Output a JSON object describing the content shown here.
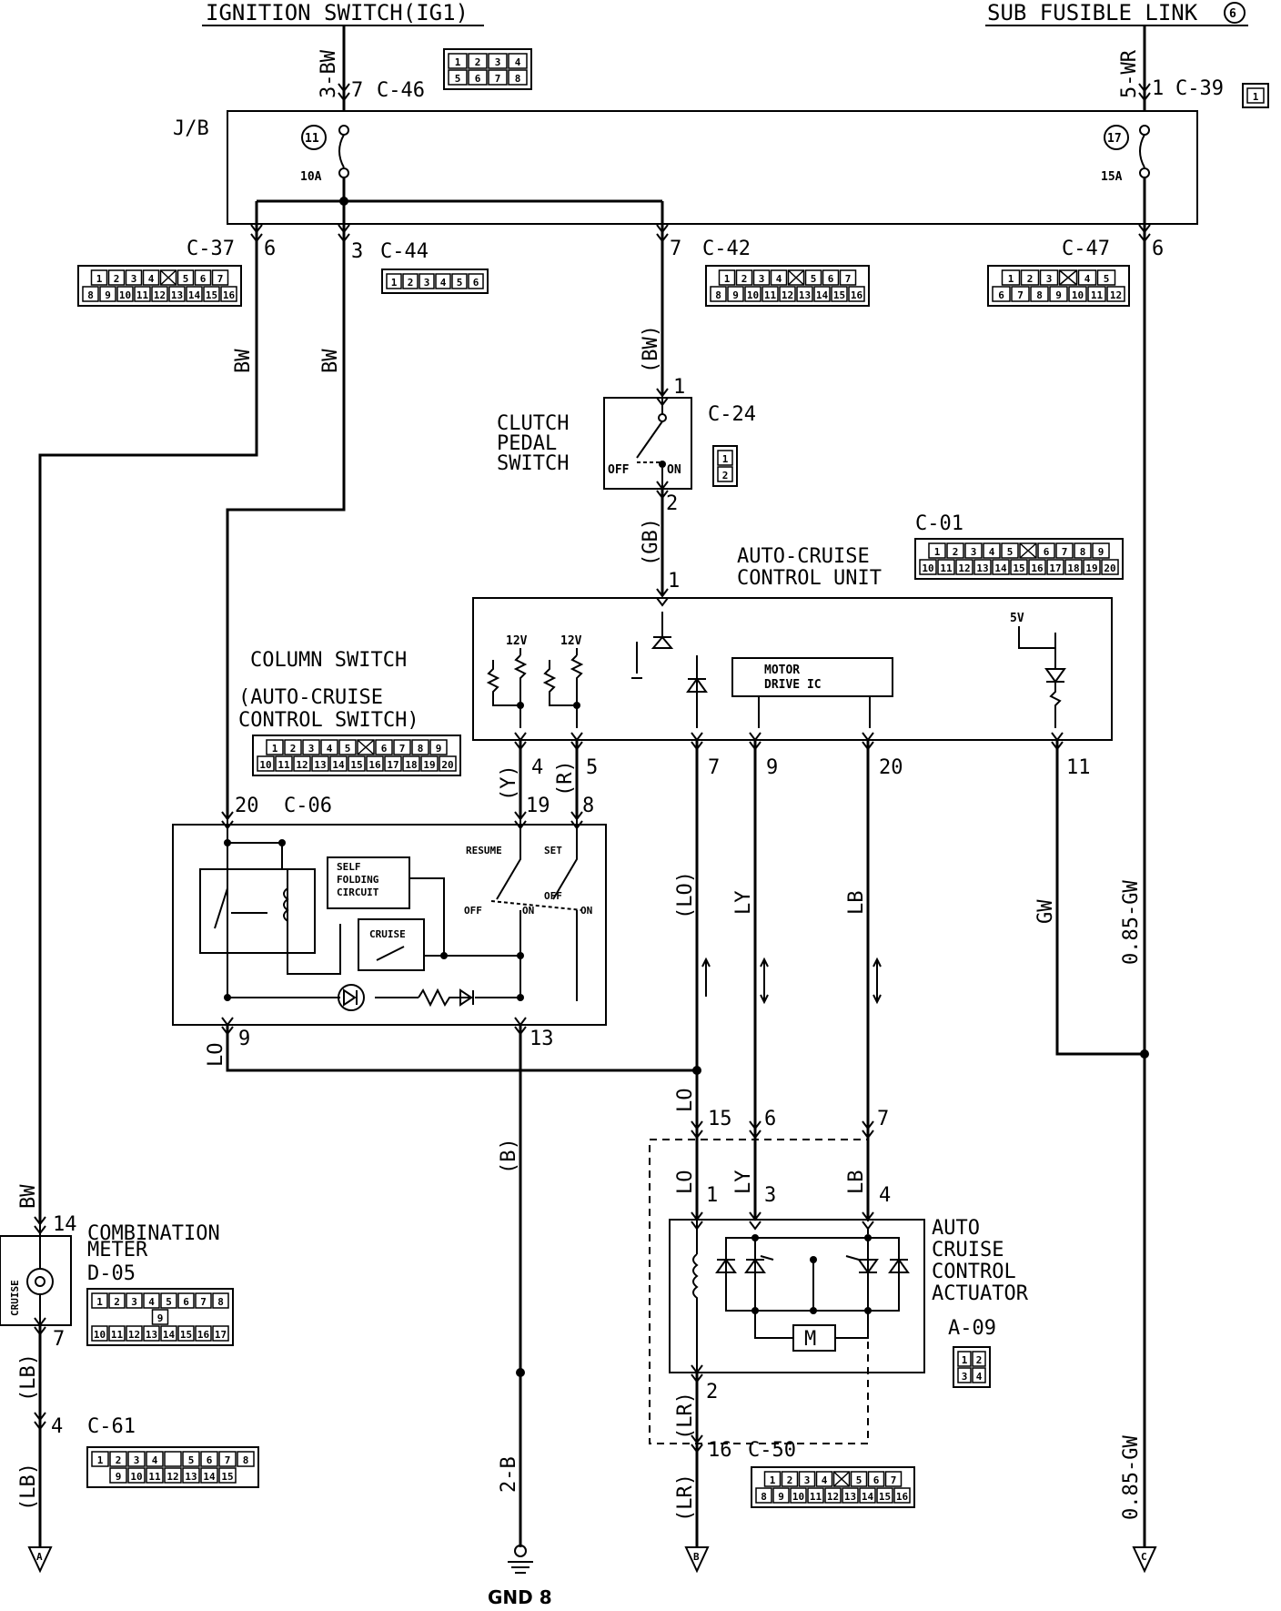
{
  "top": {
    "ignition_label": "IGNITION SWITCH(IG1)",
    "fusible_label": "SUB FUSIBLE LINK",
    "fusible_num": "6"
  },
  "jb": {
    "label": "J/B",
    "fuse_left_num": "11",
    "fuse_left_rating": "10A",
    "fuse_right_num": "17",
    "fuse_right_rating": "15A"
  },
  "connectors": {
    "c46": "C-46",
    "c39": "C-39",
    "c37": "C-37",
    "c44": "C-44",
    "c42": "C-42",
    "c47": "C-47",
    "c24": "C-24",
    "c01": "C-01",
    "c06": "C-06",
    "c61": "C-61",
    "c50": "C-50",
    "a09": "A-09",
    "d05": "D-05"
  },
  "pins": {
    "c46": "7",
    "c39": "1",
    "c37": "6",
    "c44": "3",
    "c42": "7",
    "c47": "6",
    "clutch_top": "1",
    "clutch_bottom": "2",
    "unit_top": "1",
    "unit_4": "4",
    "unit_5": "5",
    "unit_7": "7",
    "unit_9": "9",
    "unit_20": "20",
    "unit_11": "11",
    "col_20": "20",
    "col_19": "19",
    "col_8": "8",
    "col_9": "9",
    "col_13": "13",
    "c50_15": "15",
    "c50_6": "6",
    "c50_7": "7",
    "act_1": "1",
    "act_3": "3",
    "act_4": "4",
    "act_2": "2",
    "c50_16": "16",
    "meter_14": "14",
    "meter_7": "7",
    "c61_4": "4"
  },
  "wires": {
    "bw3": "3-BW",
    "wr5": "5-WR",
    "bw": "BW",
    "bw_paren": "(BW)",
    "gb": "(GB)",
    "y": "(Y)",
    "r": "(R)",
    "lo_paren": "(LO)",
    "ly": "LY",
    "lb": "LB",
    "gw": "GW",
    "gw085": "0.85-GW",
    "lo": "LO",
    "b_paren": "(B)",
    "lb_paren": "(LB)",
    "lr_paren": "(LR)",
    "b2": "2-B"
  },
  "components": {
    "clutch": [
      "CLUTCH",
      "PEDAL",
      "SWITCH"
    ],
    "clutch_off": "OFF",
    "clutch_on": "ON",
    "unit": [
      "AUTO-CRUISE",
      "CONTROL UNIT"
    ],
    "v12": "12V",
    "v5": "5V",
    "motor_ic": [
      "MOTOR",
      "DRIVE IC"
    ],
    "column": [
      "COLUMN SWITCH",
      "(AUTO-CRUISE",
      "CONTROL SWITCH)"
    ],
    "resume": "RESUME",
    "set": "SET",
    "off": "OFF",
    "on": "ON",
    "self_folding": [
      "SELF",
      "FOLDING",
      "CIRCUIT"
    ],
    "cruise_sw": "CRUISE",
    "meter": [
      "COMBINATION",
      "METER"
    ],
    "meter_lamp": "CRUISE",
    "actuator": [
      "AUTO",
      "CRUISE",
      "CONTROL",
      "ACTUATOR"
    ],
    "motor": "M",
    "gnd": "GND 8",
    "term_a": "A",
    "term_b": "B",
    "term_c": "C"
  },
  "connector_faces": {
    "c46": [
      [
        "1",
        "2",
        "3",
        "4"
      ],
      [
        "5",
        "6",
        "7",
        "8"
      ]
    ],
    "c39": [
      [
        "1"
      ]
    ],
    "c37": [
      [
        "1",
        "2",
        "3",
        "4",
        "X",
        "5",
        "6",
        "7"
      ],
      [
        "8",
        "9",
        "10",
        "11",
        "12",
        "13",
        "14",
        "15",
        "16"
      ]
    ],
    "c44": [
      [
        "1",
        "2",
        "3",
        "4",
        "5",
        "6"
      ]
    ],
    "c42": [
      [
        "1",
        "2",
        "3",
        "4",
        "X",
        "5",
        "6",
        "7"
      ],
      [
        "8",
        "9",
        "10",
        "11",
        "12",
        "13",
        "14",
        "15",
        "16"
      ]
    ],
    "c47": [
      [
        "1",
        "2",
        "3",
        "X",
        "4",
        "5"
      ],
      [
        "6",
        "7",
        "8",
        "9",
        "10",
        "11",
        "12"
      ]
    ],
    "c24": [
      [
        "1"
      ],
      [
        "2"
      ]
    ],
    "c01": [
      [
        "1",
        "2",
        "3",
        "4",
        "5",
        "X",
        "6",
        "7",
        "8",
        "9"
      ],
      [
        "10",
        "11",
        "12",
        "13",
        "14",
        "15",
        "16",
        "17",
        "18",
        "19",
        "20"
      ]
    ],
    "c06": [
      [
        "1",
        "2",
        "3",
        "4",
        "5",
        "X",
        "6",
        "7",
        "8",
        "9"
      ],
      [
        "10",
        "11",
        "12",
        "13",
        "14",
        "15",
        "16",
        "17",
        "18",
        "19",
        "20"
      ]
    ],
    "d05": [
      [
        "1",
        "2",
        "3",
        "4",
        "5",
        "6",
        "7",
        "8"
      ],
      [
        "9"
      ],
      [
        "10",
        "11",
        "12",
        "13",
        "14",
        "15",
        "16",
        "17"
      ]
    ],
    "c61": [
      [
        "1",
        "2",
        "3",
        "4",
        "",
        "5",
        "6",
        "7",
        "8"
      ],
      [
        "9",
        "10",
        "11",
        "12",
        "13",
        "14",
        "15"
      ]
    ],
    "c50": [
      [
        "1",
        "2",
        "3",
        "4",
        "X",
        "5",
        "6",
        "7"
      ],
      [
        "8",
        "9",
        "10",
        "11",
        "12",
        "13",
        "14",
        "15",
        "16"
      ]
    ],
    "a09": [
      [
        "1",
        "2"
      ],
      [
        "3",
        "4"
      ]
    ]
  }
}
